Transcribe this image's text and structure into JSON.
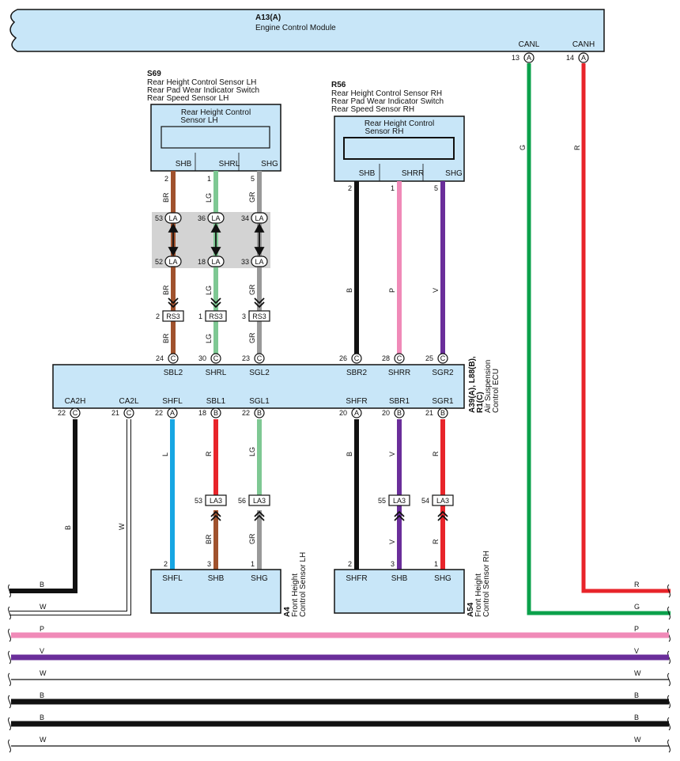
{
  "colors": {
    "box_fill": "#c8e6f8",
    "splice_fill": "#d3d3d3",
    "wire_BR": "#a0522d",
    "wire_LG": "#7ec893",
    "wire_GR": "#999999",
    "wire_B": "#111111",
    "wire_P": "#f08ab8",
    "wire_V": "#6a2e9a",
    "wire_G": "#0ba14b",
    "wire_R": "#e8242a",
    "wire_L": "#17a6e3",
    "wire_W": "#ffffff"
  },
  "ecm": {
    "id": "A13(A)",
    "name": "Engine Control Module",
    "pins": [
      {
        "label": "CANL",
        "num": "13",
        "conn": "A",
        "color": "G"
      },
      {
        "label": "CANH",
        "num": "14",
        "conn": "A",
        "color": "R"
      }
    ]
  },
  "s69": {
    "id": "S69",
    "lines": [
      "Rear Height Control Sensor LH",
      "Rear Pad Wear Indicator Switch",
      "Rear Speed Sensor LH"
    ],
    "inner_title": "Rear Height Control Sensor LH",
    "inner_line1": "Rear Height Control",
    "inner_line2": "Sensor LH",
    "pins": [
      {
        "label": "SHB",
        "num": "2",
        "color": "BR"
      },
      {
        "label": "SHRL",
        "num": "1",
        "color": "LG"
      },
      {
        "label": "SHG",
        "num": "5",
        "color": "GR"
      }
    ]
  },
  "r56": {
    "id": "R56",
    "lines": [
      "Rear Height Control Sensor RH",
      "Rear Pad Wear Indicator Switch",
      "Rear Speed Sensor RH"
    ],
    "inner_line1": "Rear Height Control",
    "inner_line2": "Sensor RH",
    "pins": [
      {
        "label": "SHB",
        "num": "2",
        "color": "B"
      },
      {
        "label": "SHRR",
        "num": "1",
        "color": "P"
      },
      {
        "label": "SHG",
        "num": "5",
        "color": "V"
      }
    ]
  },
  "la_top": [
    {
      "num": "53",
      "conn": "LA"
    },
    {
      "num": "36",
      "conn": "LA"
    },
    {
      "num": "34",
      "conn": "LA"
    }
  ],
  "la_bottom": [
    {
      "num": "52",
      "conn": "LA"
    },
    {
      "num": "18",
      "conn": "LA"
    },
    {
      "num": "33",
      "conn": "LA"
    }
  ],
  "rs3": [
    {
      "num": "2",
      "conn": "RS3",
      "color": "BR"
    },
    {
      "num": "1",
      "conn": "RS3",
      "color": "LG"
    },
    {
      "num": "3",
      "conn": "RS3",
      "color": "GR"
    }
  ],
  "ecu": {
    "id": "A39(A), L88(B), R1(C)",
    "id_line1": "A39(A), L88(B),",
    "id_line2": "R1(C)",
    "name_line1": "Air Suspension",
    "name_line2": "Control ECU",
    "top_pins": [
      {
        "label": "SBL2",
        "num": "24",
        "conn": "C"
      },
      {
        "label": "SHRL",
        "num": "30",
        "conn": "C"
      },
      {
        "label": "SGL2",
        "num": "23",
        "conn": "C"
      },
      {
        "label": "SBR2",
        "num": "26",
        "conn": "C"
      },
      {
        "label": "SHRR",
        "num": "28",
        "conn": "C"
      },
      {
        "label": "SGR2",
        "num": "25",
        "conn": "C"
      }
    ],
    "bottom_pins": [
      {
        "label": "CA2H",
        "num": "22",
        "conn": "C",
        "color": "B"
      },
      {
        "label": "CA2L",
        "num": "21",
        "conn": "C",
        "color": "W"
      },
      {
        "label": "SHFL",
        "num": "22",
        "conn": "A",
        "color": "L"
      },
      {
        "label": "SBL1",
        "num": "18",
        "conn": "B",
        "color": "R"
      },
      {
        "label": "SGL1",
        "num": "22",
        "conn": "B",
        "color": "LG"
      },
      {
        "label": "SHFR",
        "num": "20",
        "conn": "A",
        "color": "B"
      },
      {
        "label": "SBR1",
        "num": "20",
        "conn": "B",
        "color": "V"
      },
      {
        "label": "SGR1",
        "num": "21",
        "conn": "B",
        "color": "R"
      }
    ]
  },
  "la3": [
    {
      "num": "53",
      "conn": "LA3",
      "color": "BR"
    },
    {
      "num": "56",
      "conn": "LA3",
      "color": "GR"
    },
    {
      "num": "55",
      "conn": "LA3",
      "color": "V"
    },
    {
      "num": "54",
      "conn": "LA3",
      "color": "R"
    }
  ],
  "a4": {
    "id": "A4",
    "name_line1": "Front Height",
    "name_line2": "Control Sensor LH",
    "pins": [
      {
        "label": "SHFL",
        "num": "2"
      },
      {
        "label": "SHB",
        "num": "3"
      },
      {
        "label": "SHG",
        "num": "1"
      }
    ]
  },
  "a54": {
    "id": "A54",
    "name_line1": "Front Height",
    "name_line2": "Control Sensor RH",
    "pins": [
      {
        "label": "SHFR",
        "num": "2"
      },
      {
        "label": "SHB",
        "num": "3"
      },
      {
        "label": "SHG",
        "num": "1"
      }
    ]
  },
  "bus": [
    {
      "left": "B",
      "right": "R"
    },
    {
      "left": "W",
      "right": "G"
    },
    {
      "left": "P",
      "right": "P"
    },
    {
      "left": "V",
      "right": "V"
    },
    {
      "left": "W",
      "right": "W"
    },
    {
      "left": "B",
      "right": "B"
    },
    {
      "left": "B",
      "right": "B"
    },
    {
      "left": "W",
      "right": "W"
    }
  ]
}
